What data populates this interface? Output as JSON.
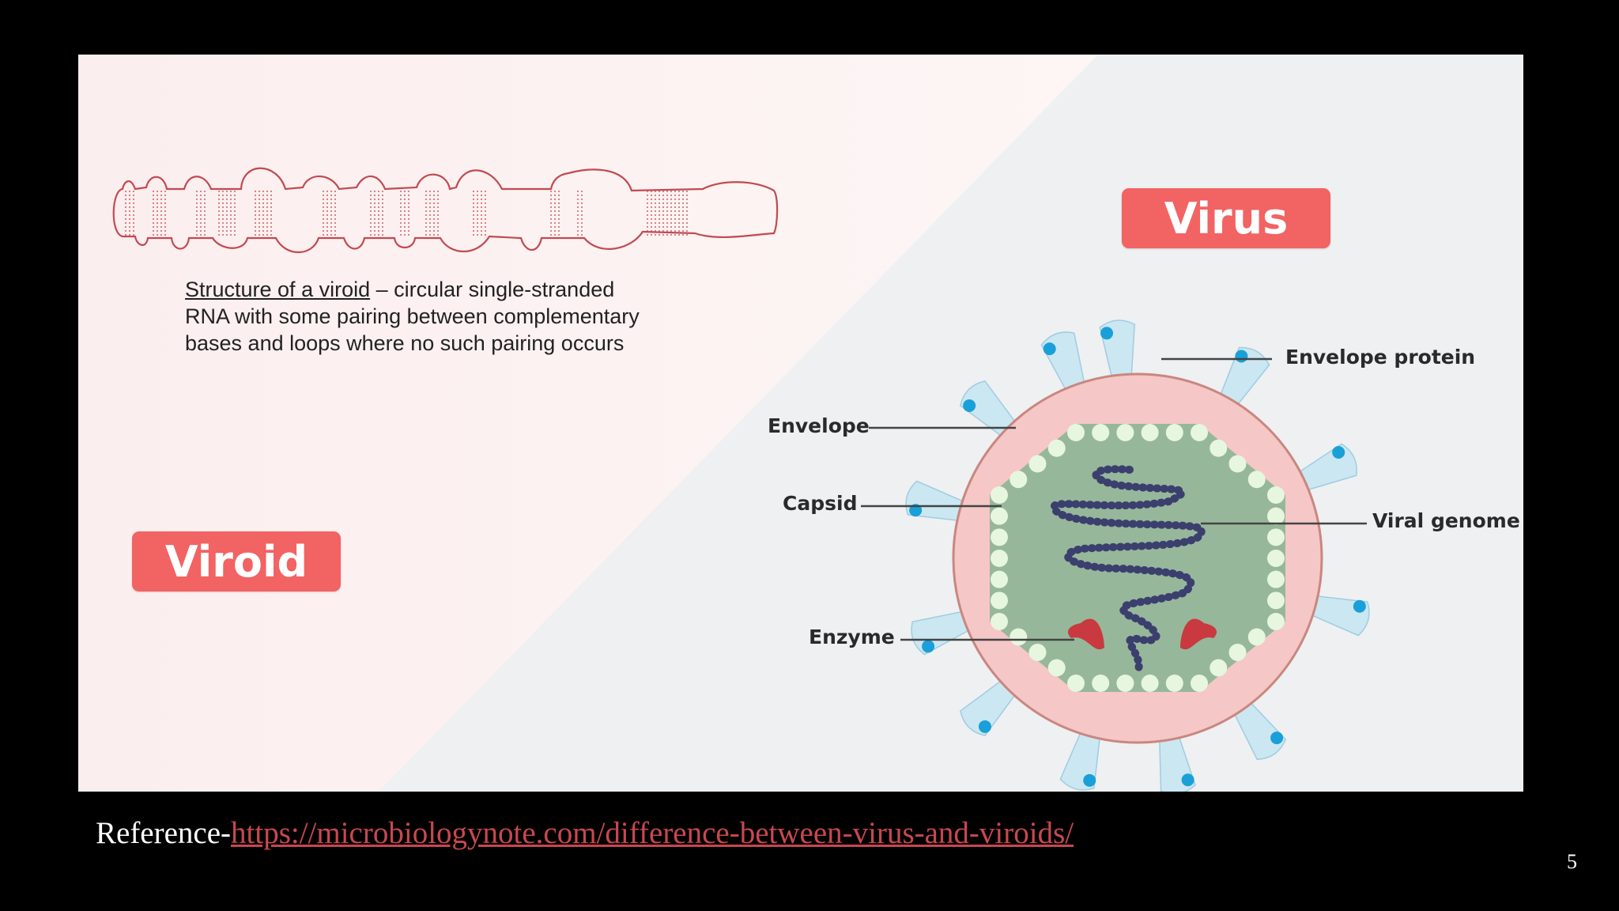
{
  "slide": {
    "labels": {
      "virus": "Virus",
      "viroid": "Viroid"
    },
    "viroid_caption": {
      "underlined": "Structure of a viroid",
      "rest_line1": " – circular single-stranded",
      "line2": "RNA with some pairing between complementary",
      "line3": "bases and loops where no such pairing occurs"
    },
    "virus_parts": {
      "envelope_protein": "Envelope protein",
      "envelope": "Envelope",
      "capsid": "Capsid",
      "viral_genome": "Viral genome",
      "enzyme": "Enzyme"
    },
    "reference": {
      "prefix": "Reference-",
      "link_text": "https://microbiologynote.com/difference-between-virus-and-viroids/"
    },
    "page_number": "5"
  },
  "colors": {
    "label_red": "#f26363",
    "rna_outline": "#c24a52",
    "envelope_fill": "#f5c7c6",
    "capsid_fill": "#97b79a",
    "capsomere": "#e6f6df",
    "genome": "#3b3f6e",
    "spike": "#cbe7f2",
    "spike_dot": "#1aa0d8",
    "enzyme": "#c83a3f",
    "link": "#c8484e"
  }
}
